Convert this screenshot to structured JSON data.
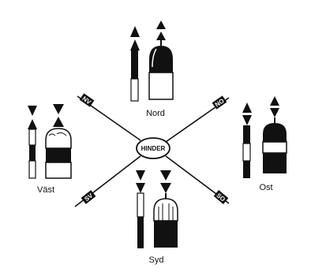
{
  "diagram": {
    "center_label": "HINDER",
    "cardinals": [
      {
        "key": "nord",
        "label": "Nord"
      },
      {
        "key": "ost",
        "label": "Ost"
      },
      {
        "key": "syd",
        "label": "Syd"
      },
      {
        "key": "vast",
        "label": "Väst"
      }
    ],
    "line_tags": [
      {
        "key": "nv",
        "text": "NV"
      },
      {
        "key": "no",
        "text": "NO"
      },
      {
        "key": "so",
        "text": "SO"
      },
      {
        "key": "sv",
        "text": "SV"
      }
    ],
    "colors": {
      "ink": "#111111",
      "paper": "#ffffff"
    }
  }
}
